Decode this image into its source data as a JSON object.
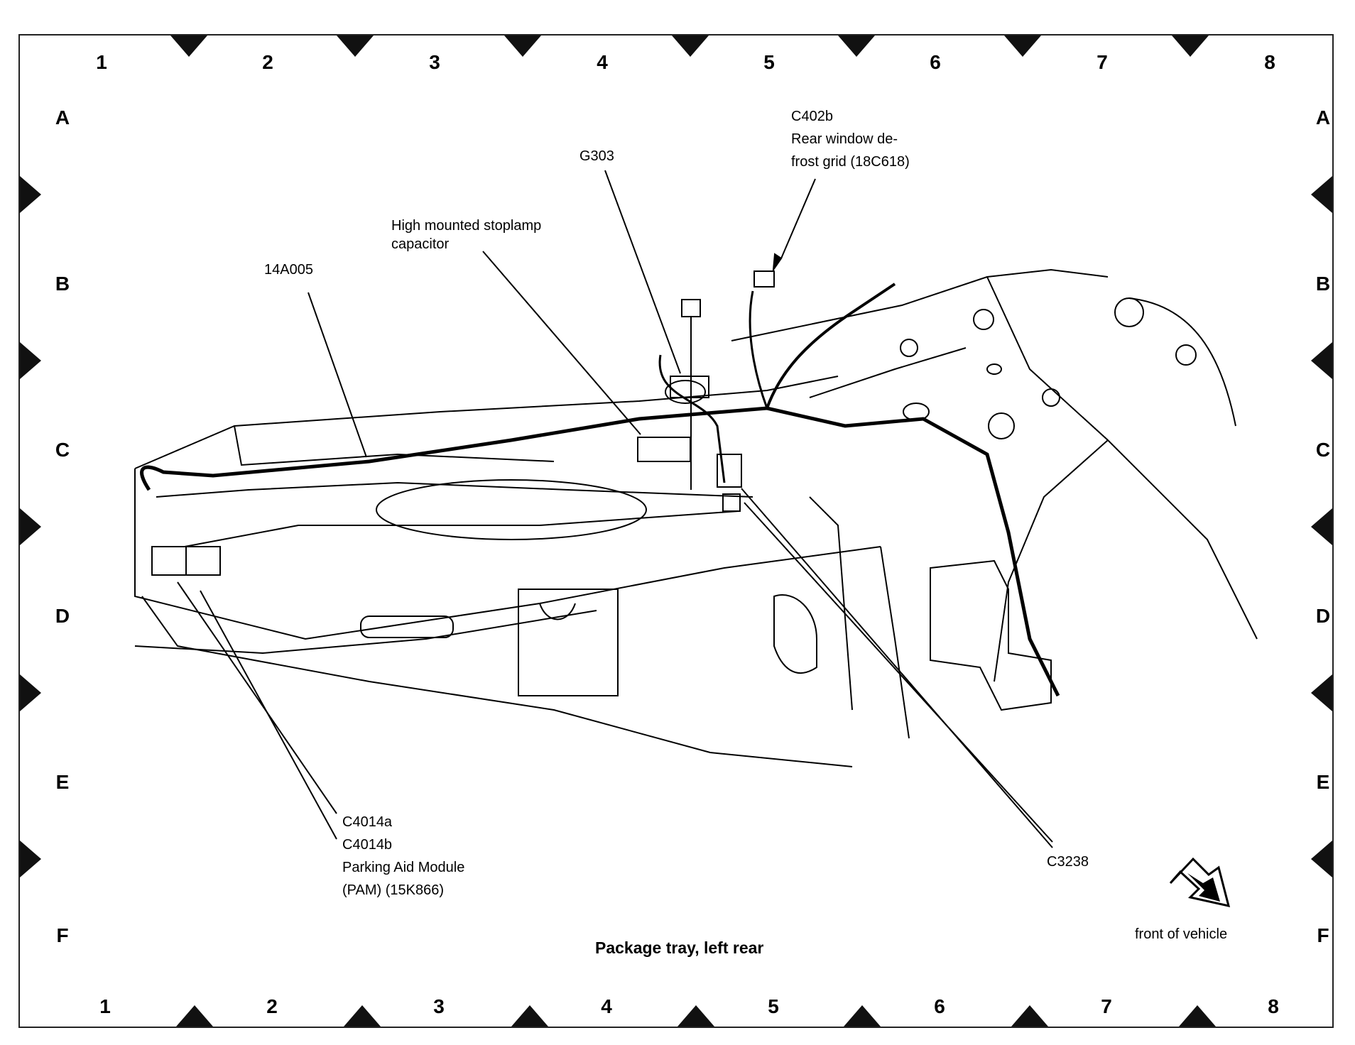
{
  "columns": [
    "1",
    "2",
    "3",
    "4",
    "5",
    "6",
    "7",
    "8"
  ],
  "rows": [
    "A",
    "B",
    "C",
    "D",
    "E",
    "F"
  ],
  "title": "Package tray, left rear",
  "orientation": {
    "label": "front of vehicle",
    "icon": "front-arrow-icon"
  },
  "callouts": {
    "harness": "14A005",
    "capacitor_line1": "High mounted stoplamp",
    "capacitor_line2": "capacitor",
    "ground": "G303",
    "defrost_line1": "C402b",
    "defrost_line2": "Rear window de-",
    "defrost_line3": "frost grid (18C618)",
    "pam_line1": "C4014a",
    "pam_line2": "C4014b",
    "pam_line3": "Parking Aid Module",
    "pam_line4": "(PAM) (15K866)",
    "connector": "C3238"
  },
  "colors": {
    "ink": "#000000",
    "frame": "#222222",
    "background": "#ffffff"
  }
}
